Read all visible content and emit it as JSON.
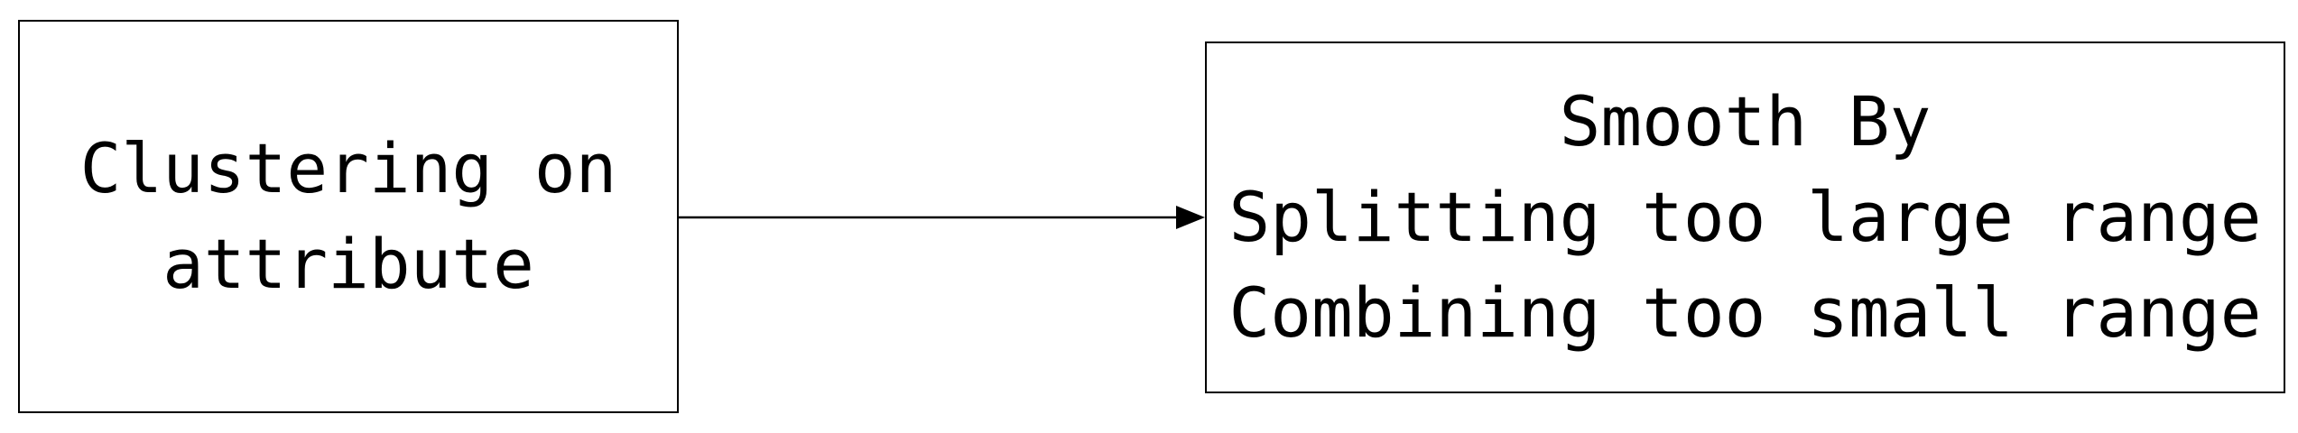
{
  "diagram": {
    "source_node": {
      "lines": [
        "Clustering on",
        "attribute"
      ]
    },
    "target_node": {
      "lines": [
        "Smooth By",
        "Splitting too large range",
        "Combining too small range"
      ]
    },
    "edge": {
      "from": "source_node",
      "to": "target_node",
      "style": "solid-arrow"
    },
    "colors": {
      "stroke": "#000000",
      "background": "#ffffff"
    }
  }
}
